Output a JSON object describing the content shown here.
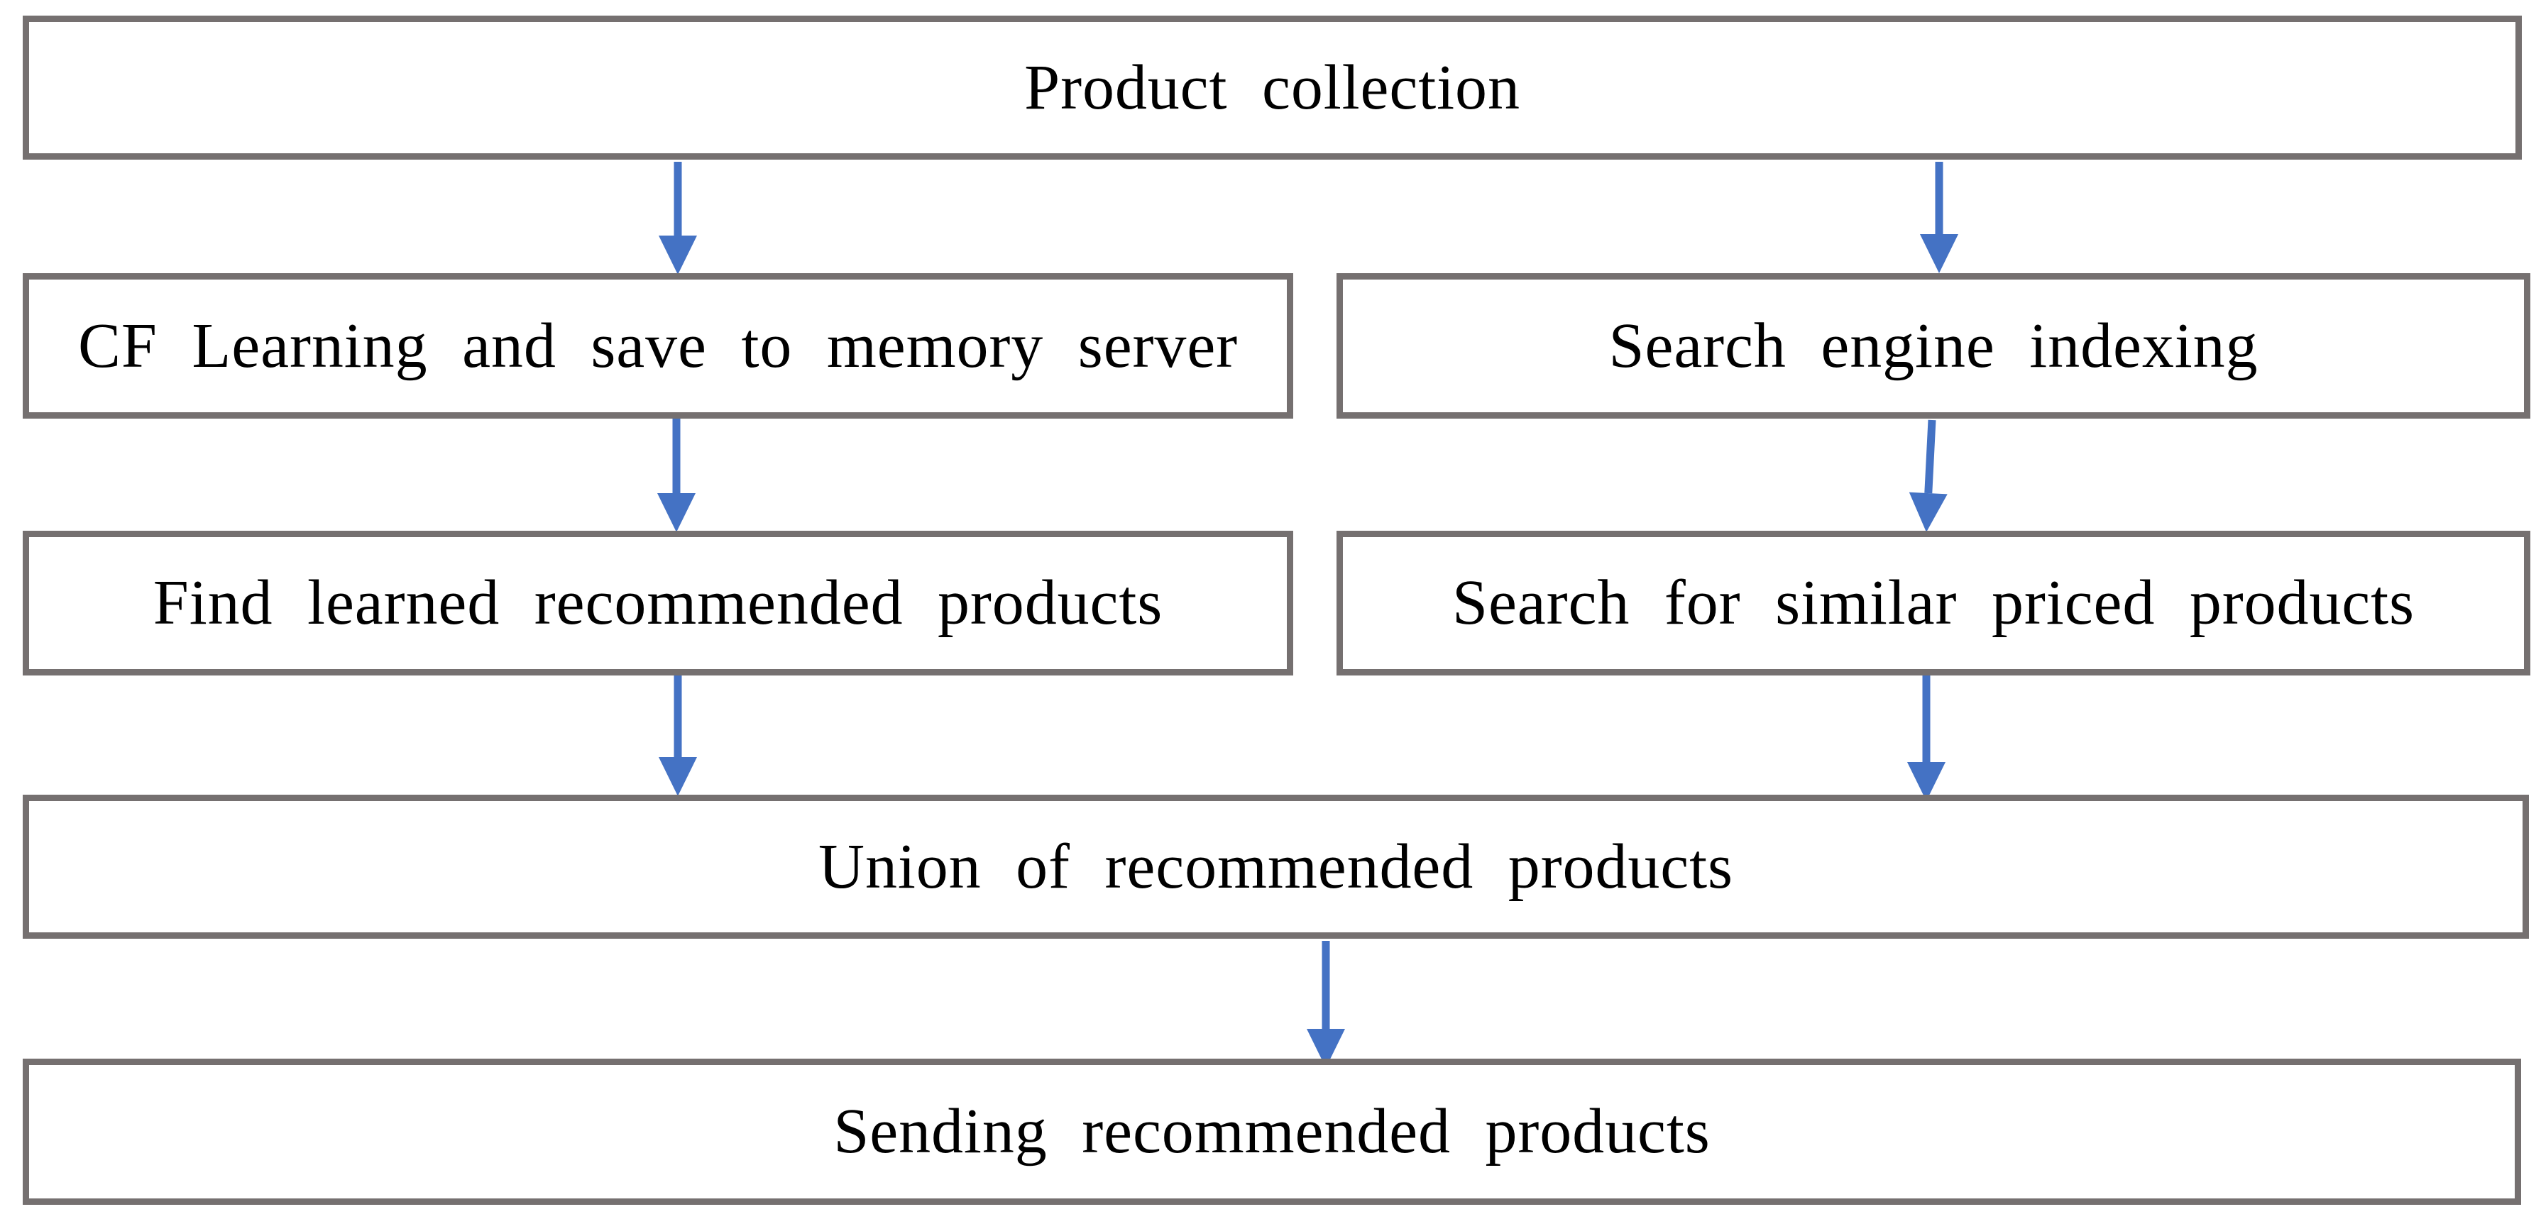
{
  "diagram": {
    "nodes": [
      {
        "id": "product-collection",
        "label": "Product collection"
      },
      {
        "id": "cf-learning",
        "label": "CF Learning and save to memory server"
      },
      {
        "id": "search-engine-indexing",
        "label": "Search engine indexing"
      },
      {
        "id": "find-learned",
        "label": "Find learned recommended products"
      },
      {
        "id": "search-similar-priced",
        "label": "Search for similar priced products"
      },
      {
        "id": "union",
        "label": "Union of recommended products"
      },
      {
        "id": "sending",
        "label": "Sending recommended products"
      }
    ],
    "edges": [
      {
        "from": "product-collection",
        "to": "cf-learning"
      },
      {
        "from": "product-collection",
        "to": "search-engine-indexing"
      },
      {
        "from": "cf-learning",
        "to": "find-learned"
      },
      {
        "from": "search-engine-indexing",
        "to": "search-similar-priced"
      },
      {
        "from": "find-learned",
        "to": "union"
      },
      {
        "from": "search-similar-priced",
        "to": "union"
      },
      {
        "from": "union",
        "to": "sending"
      }
    ]
  },
  "colors": {
    "box_border": "#757070",
    "arrow": "#4472C4",
    "text": "#000000",
    "background": "#ffffff"
  }
}
